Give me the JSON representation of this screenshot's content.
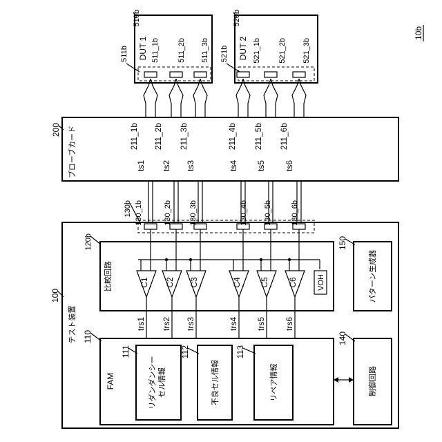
{
  "figure_ref": "10b",
  "duts": [
    {
      "title": "DUT 1",
      "box_ref": "510b",
      "group_ref": "511b",
      "pads": [
        "511_1b",
        "511_2b",
        "511_3b"
      ]
    },
    {
      "title": "DUT 2",
      "box_ref": "520b",
      "group_ref": "521b",
      "pads": [
        "521_1b",
        "521_2b",
        "521_3b"
      ]
    }
  ],
  "probe_card": {
    "ref": "200",
    "label": "プローブカード",
    "needles": [
      "211_1b",
      "211_2b",
      "211_3b",
      "211_4b",
      "211_5b",
      "211_6b"
    ],
    "channels": [
      "ts1",
      "ts2",
      "ts3",
      "ts4",
      "ts5",
      "ts6"
    ]
  },
  "terminals": {
    "group_ref": "130b",
    "refs": [
      "130_1b",
      "130_2b",
      "130_3b",
      "130_4b",
      "130_5b",
      "130_6b"
    ]
  },
  "tester": {
    "ref": "100",
    "label": "テスト装置",
    "comparator": {
      "ref": "120b",
      "label": "比較回路",
      "comparators": [
        "C1",
        "C2",
        "C3",
        "C4",
        "C5",
        "C6"
      ],
      "voh": "VOH"
    },
    "results": [
      "trs1",
      "trs2",
      "trs3",
      "trs4",
      "trs5",
      "trs6"
    ],
    "pattern_gen": {
      "ref": "150",
      "label": "パターン生成器"
    },
    "fam": {
      "ref": "110",
      "label": "FAM",
      "blocks": [
        {
          "ref": "111",
          "label": "リダンダンシーセル情報"
        },
        {
          "ref": "112",
          "label": "不良セル情報"
        },
        {
          "ref": "113",
          "label": "リペア情報"
        }
      ]
    },
    "control": {
      "ref": "140",
      "label": "制御回路"
    }
  }
}
